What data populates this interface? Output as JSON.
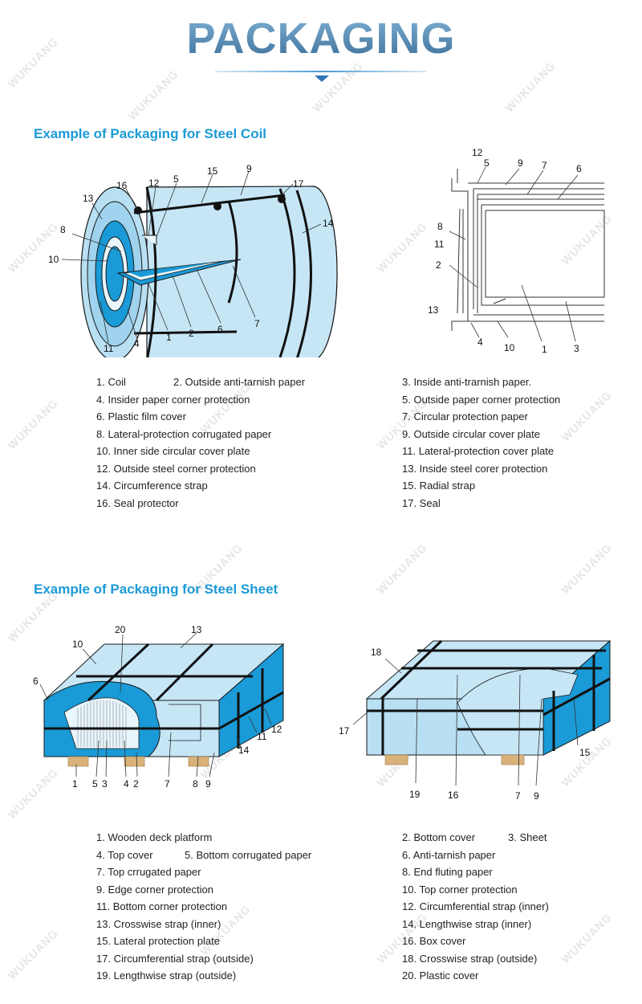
{
  "header": {
    "title": "PACKAGING"
  },
  "watermark": "WUKUANG",
  "colors": {
    "heading": "#1b9ad6",
    "fill_light": "#b8dff2",
    "fill_dark": "#1a9ad6",
    "line": "#1a1a1a"
  },
  "coil": {
    "heading": "Example of Packaging for Steel Coil",
    "diagram_labels": [
      "16",
      "12",
      "5",
      "15",
      "9",
      "17",
      "13",
      "14",
      "8",
      "10",
      "11",
      "4",
      "1",
      "2",
      "6",
      "7"
    ],
    "section_labels": [
      "12",
      "5",
      "9",
      "7",
      "6",
      "8",
      "11",
      "2",
      "13",
      "4",
      "10",
      "1",
      "3"
    ],
    "legend_left": [
      {
        "a": "1. Coil",
        "b": "2. Outside anti-tarnish paper"
      },
      {
        "a": "4. Insider paper corner protection"
      },
      {
        "a": "6. Plastic film cover"
      },
      {
        "a": "8. Lateral-protection corrugated paper"
      },
      {
        "a": "10. Inner side circular cover plate"
      },
      {
        "a": "12. Outside steel corner protection"
      },
      {
        "a": "14. Circumference strap"
      },
      {
        "a": "16. Seal protector"
      }
    ],
    "legend_right": [
      "3. Inside anti-trarnish paper.",
      "5. Outside paper corner protection",
      "7. Circular protection paper",
      "9. Outside circular cover plate",
      "11. Lateral-protection cover plate",
      "13. Inside steel corer protection",
      "15. Radial strap",
      "17. Seal"
    ]
  },
  "sheet": {
    "heading": "Example of Packaging for Steel Sheet",
    "left_labels": [
      "20",
      "13",
      "10",
      "6",
      "1",
      "5",
      "3",
      "4",
      "2",
      "7",
      "8",
      "9",
      "14",
      "11",
      "12"
    ],
    "right_labels": [
      "18",
      "17",
      "19",
      "16",
      "7",
      "9",
      "15"
    ],
    "legend_left": [
      {
        "a": "1. Wooden deck platform"
      },
      {
        "a": "4. Top cover",
        "b": "5.  Bottom corrugated paper"
      },
      {
        "a": "7. Top crrugated paper"
      },
      {
        "a": "9. Edge corner protection"
      },
      {
        "a": "11. Bottom corner protection"
      },
      {
        "a": "13. Crosswise strap (inner)"
      },
      {
        "a": "15. Lateral protection plate"
      },
      {
        "a": "17. Circumferential strap (outside)"
      },
      {
        "a": "19. Lengthwise strap  (outside)"
      }
    ],
    "legend_right": [
      {
        "a": "2.  Bottom cover",
        "b": "3. Sheet"
      },
      {
        "a": "6.  Anti-tarnish paper"
      },
      {
        "a": "8. End fluting paper"
      },
      {
        "a": "10. Top corner protection"
      },
      {
        "a": "12. Circumferential strap (inner)"
      },
      {
        "a": "14. Lengthwise strap (inner)"
      },
      {
        "a": "16. Box cover"
      },
      {
        "a": "18. Crosswise strap (outside)"
      },
      {
        "a": "20. Plastic cover"
      }
    ]
  }
}
